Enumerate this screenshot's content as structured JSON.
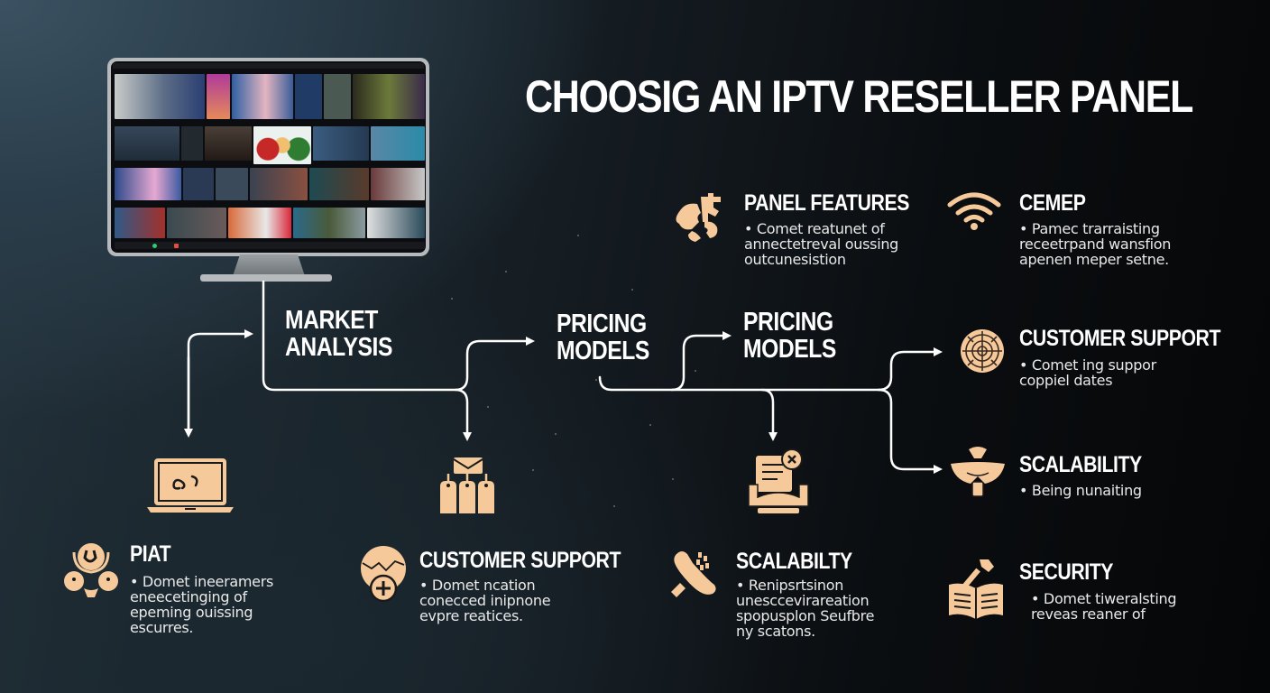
{
  "title": "CHOOSIG AN IPTV RESELLER PANEL",
  "colors": {
    "accent_icon": "#f5c99a",
    "text": "#ffffff",
    "background_dark": "#050607",
    "background_light": "#3b5262"
  },
  "monitor": {
    "description": "IPTV channel grid on monitor",
    "rows": 4
  },
  "flow_labels": {
    "market_analysis": "MARKET\nANALYSIS",
    "pricing_models_1": "PRICING\nMODELS",
    "pricing_models_2": "PRICING\nMODELS"
  },
  "cards": {
    "panel_features": {
      "title": "PANEL FEATURES",
      "icon": "puzzle-icon",
      "body": "• Comet reatunet of\nannectetreval oussing\noutcunesistion"
    },
    "cemep": {
      "title": "CEMEP",
      "icon": "wifi-icon",
      "body": "• Pamec trarraisting\nreceetrpand wansfion\napenen meper setne."
    },
    "customer_support_right": {
      "title": "CUSTOMER SUPPORT",
      "icon": "target-icon",
      "body": "• Comet ing suppor\ncoppiel dates"
    },
    "scalability_right": {
      "title": "SCALABILITY",
      "icon": "shield-wings-icon",
      "body": "• Being nunaiting"
    },
    "security": {
      "title": "SECURITY",
      "icon": "book-hammer-icon",
      "body": "• Domet tiweralsting\nreveas reaner of"
    },
    "piat": {
      "title": "PIAT",
      "icon": "scale-icon",
      "body": "• Domet ineeramers\neneecetinging of\nepeming ouissing\nescurres."
    },
    "customer_support_bottom": {
      "title": "CUSTOMER SUPPORT",
      "icon": "globe-plus-icon",
      "body": "• Domet ncation\nconecced inipnone\nevpre reatices."
    },
    "scalability_bottom": {
      "title": "SCALABILTY",
      "icon": "phone-wheat-icon",
      "body": "• Renipsrtsinon\nunesccevirareation\nspopusplon Seufbre\nny scatons."
    }
  },
  "flow_icons": {
    "laptop": "laptop-icon",
    "tags": "price-tags-icon",
    "document_laptop": "document-laptop-icon"
  }
}
